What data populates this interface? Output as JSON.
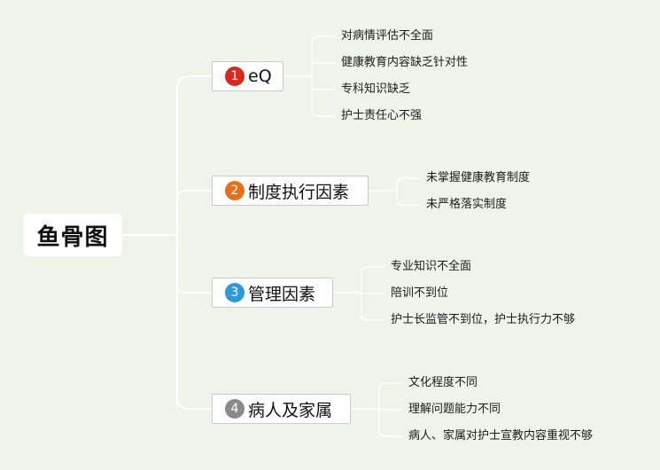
{
  "root": {
    "label": "鱼骨图"
  },
  "branches": [
    {
      "number": "1",
      "label": "eQ",
      "color": "#d62a1e",
      "causes": [
        "对病情评估不全面",
        "健康教育内容缺乏针对性",
        "专科知识缺乏",
        "护士责任心不强"
      ]
    },
    {
      "number": "2",
      "label": "制度执行因素",
      "color": "#e2701d",
      "causes": [
        "未掌握健康教育制度",
        "未严格落实制度"
      ]
    },
    {
      "number": "3",
      "label": "管理因素",
      "color": "#2b9ad6",
      "causes": [
        "专业知识不全面",
        "陪训不到位",
        "护士长监管不到位，护士执行力不够"
      ]
    },
    {
      "number": "4",
      "label": "病人及家属",
      "color": "#8a8a8a",
      "causes": [
        "文化程度不同",
        "理解问题能力不同",
        "病人、家属对护士宣教内容重视不够"
      ]
    }
  ],
  "colors": {
    "background": "#eef4e9",
    "line": "#ffffff"
  }
}
